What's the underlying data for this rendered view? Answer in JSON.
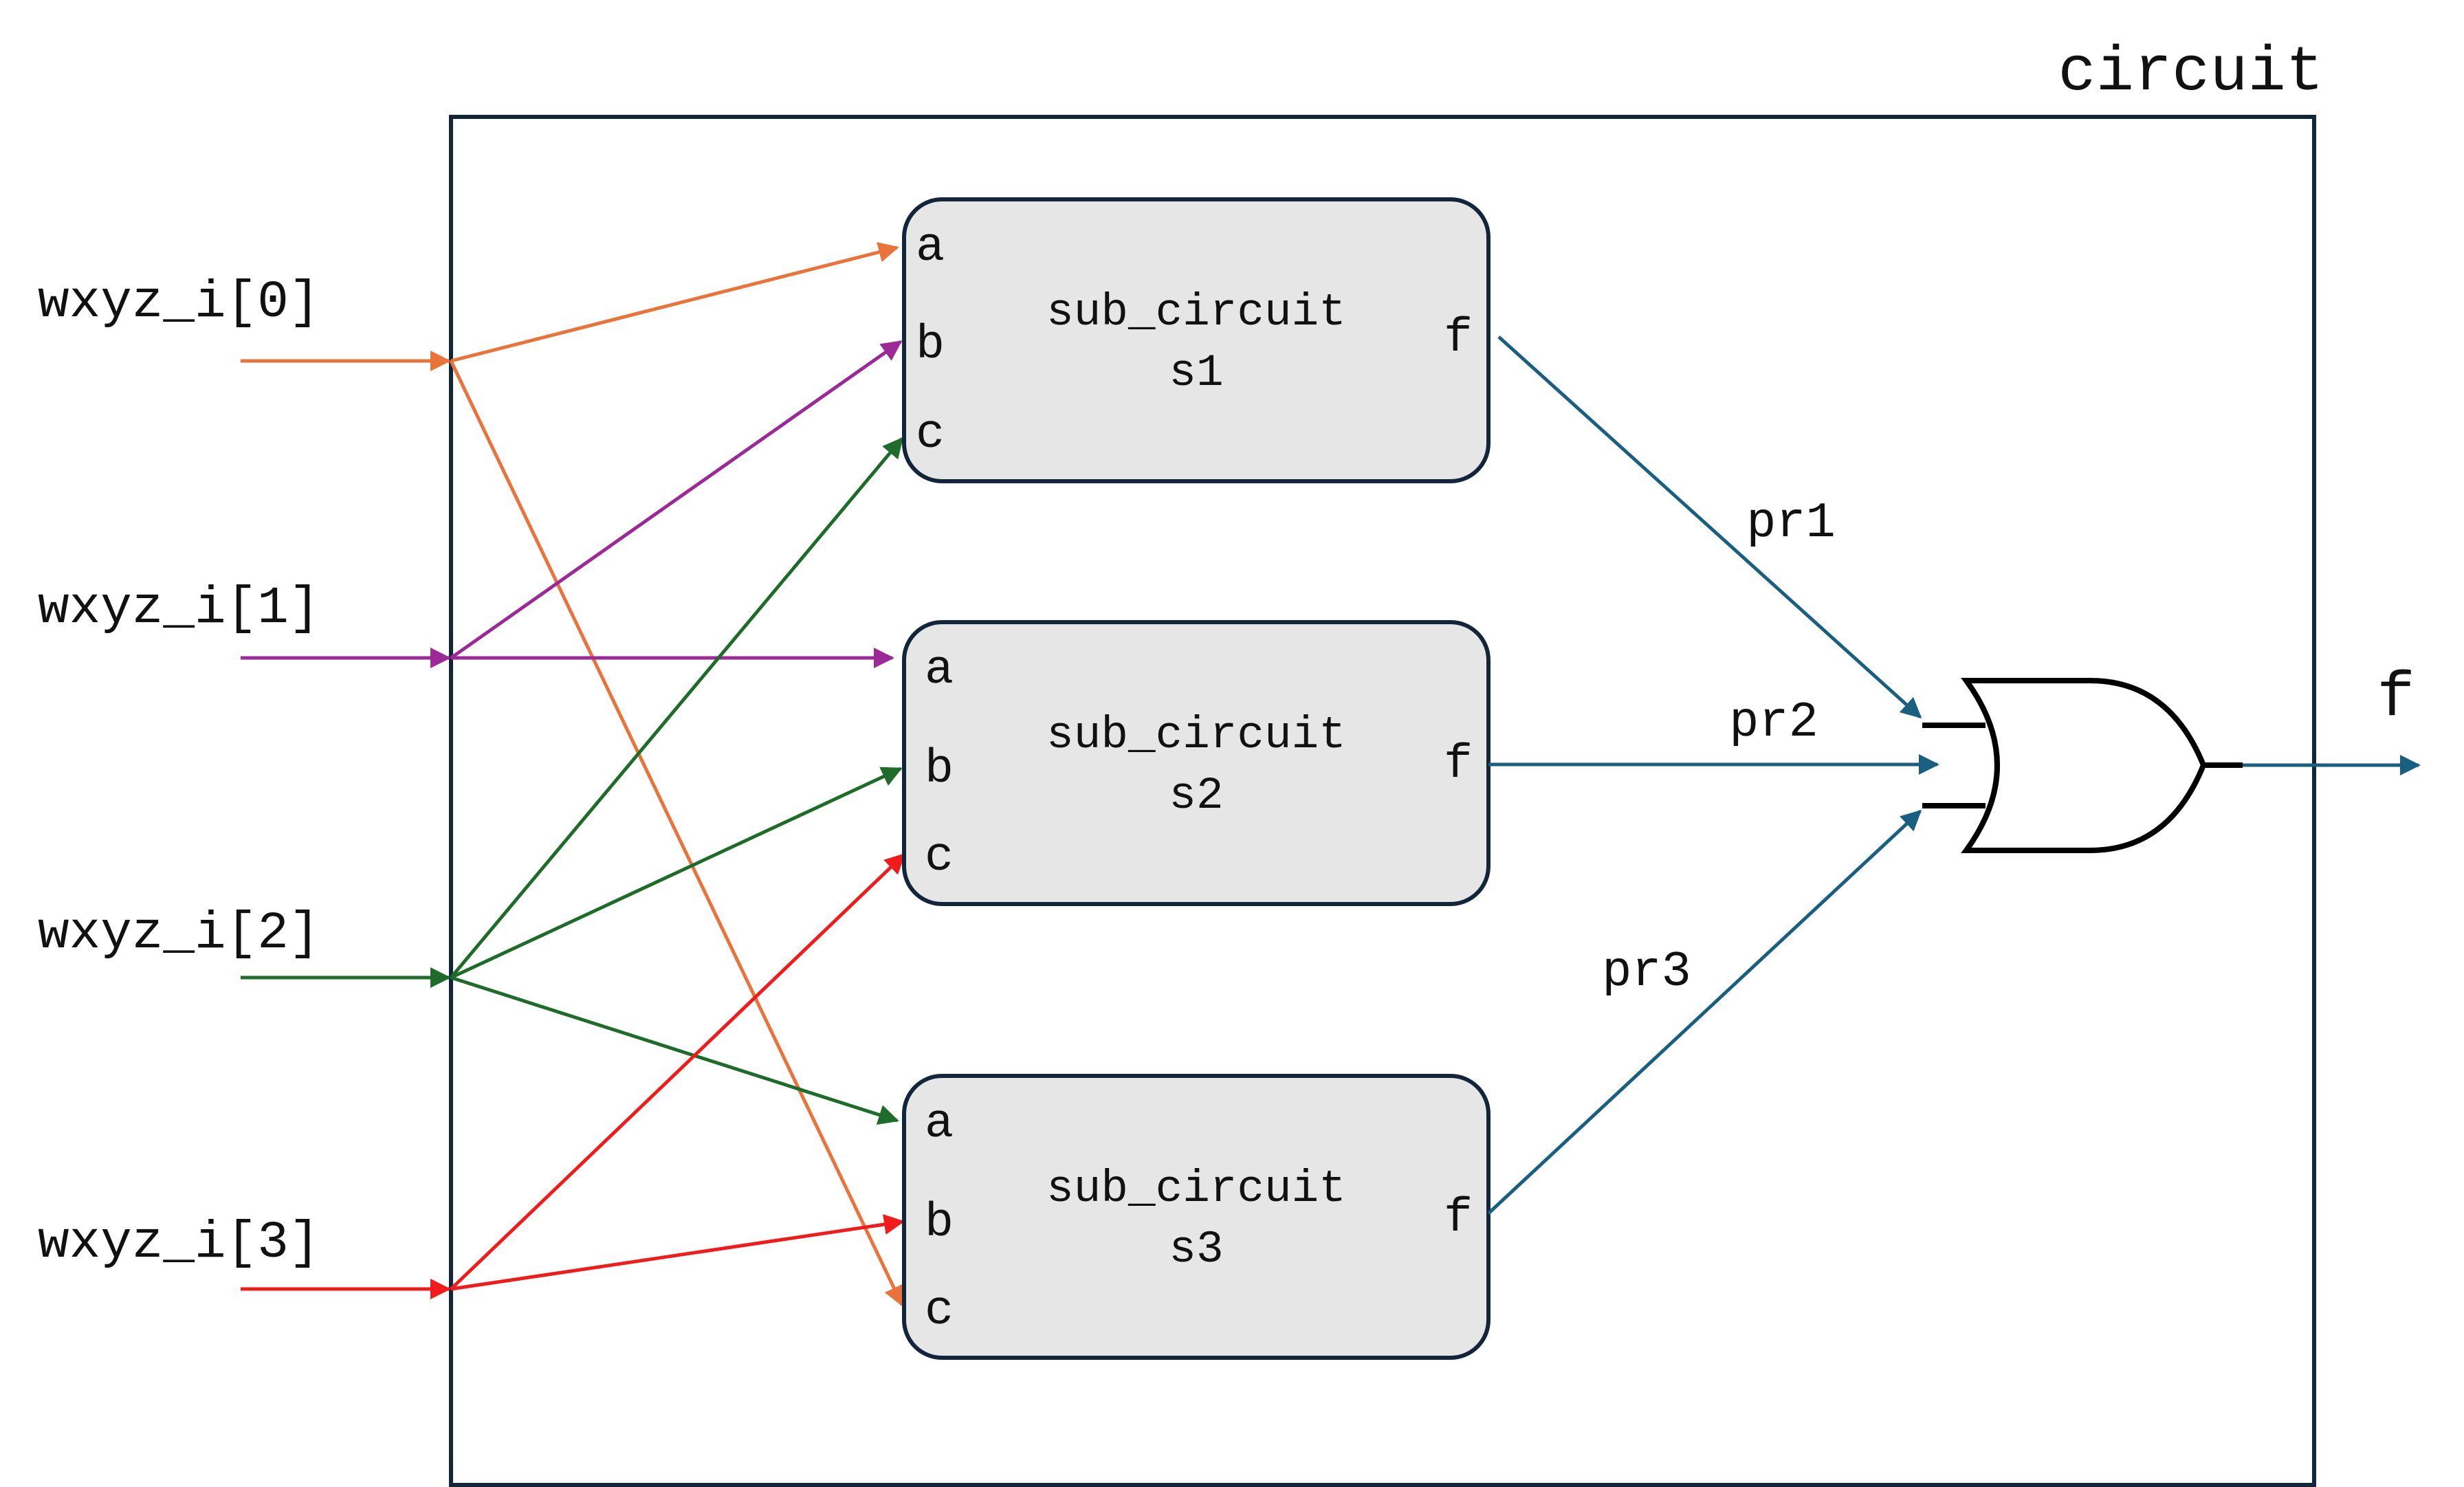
{
  "circuit": {
    "title": "circuit",
    "output_label": "f"
  },
  "inputs": [
    {
      "label": "wxyz_i[0]",
      "color": "#E8743B"
    },
    {
      "label": "wxyz_i[1]",
      "color": "#9B2A96"
    },
    {
      "label": "wxyz_i[2]",
      "color": "#1E6B2A"
    },
    {
      "label": "wxyz_i[3]",
      "color": "#F01C1C"
    }
  ],
  "subcircuits": [
    {
      "name": "sub_circuit",
      "instance": "s1",
      "ports": {
        "a": "a",
        "b": "b",
        "c": "c",
        "f": "f"
      }
    },
    {
      "name": "sub_circuit",
      "instance": "s2",
      "ports": {
        "a": "a",
        "b": "b",
        "c": "c",
        "f": "f"
      }
    },
    {
      "name": "sub_circuit",
      "instance": "s3",
      "ports": {
        "a": "a",
        "b": "b",
        "c": "c",
        "f": "f"
      }
    }
  ],
  "signals": [
    {
      "label": "pr1"
    },
    {
      "label": "pr2"
    },
    {
      "label": "pr3"
    }
  ],
  "colors": {
    "box_stroke": "#13253A",
    "subcircuit_fill": "#E6E6E6",
    "output_wire": "#1A5E80",
    "gate_stroke": "#000000"
  }
}
